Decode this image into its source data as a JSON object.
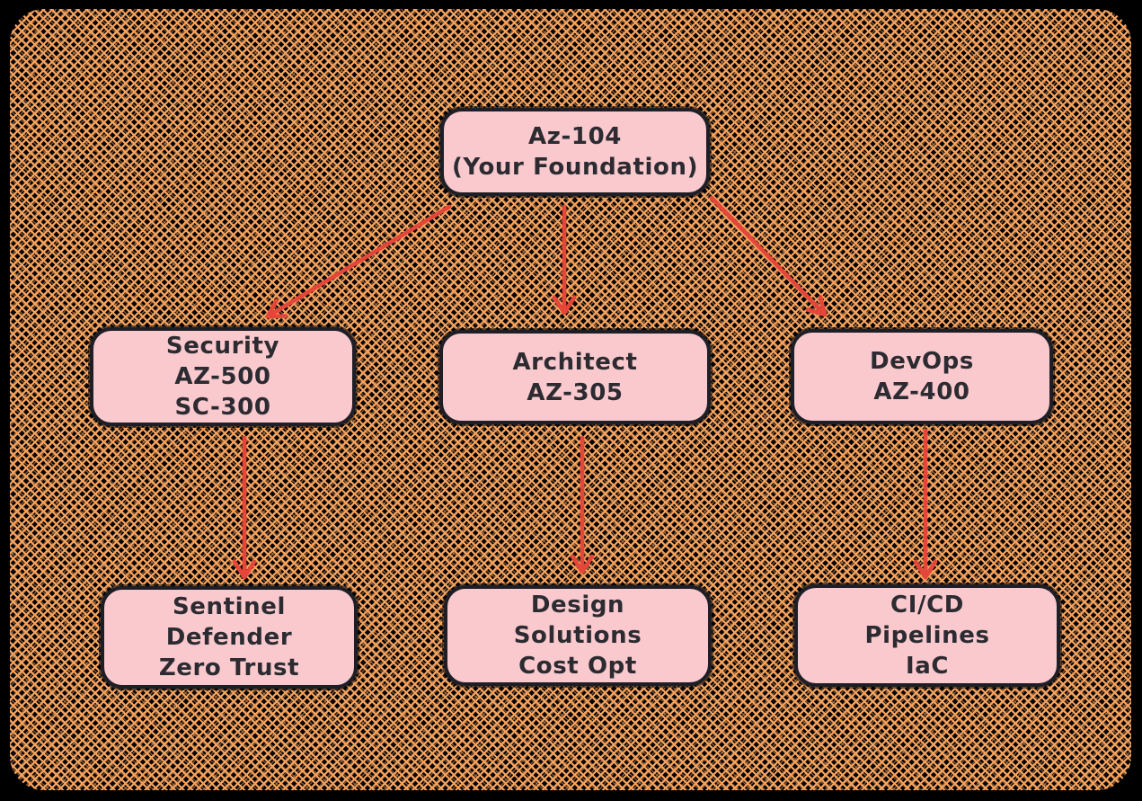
{
  "diagram": {
    "type": "flowchart",
    "description": "Azure certification roadmap starting from AZ-104 foundation branching into Security, Architect and DevOps tracks",
    "colors": {
      "background": "#000000",
      "pattern_orange": "#f6a35e",
      "node_fill": "#f9c9cd",
      "node_border": "#1e1e26",
      "text": "#2b2b31",
      "arrow": "#e5463a"
    },
    "nodes": [
      {
        "id": "foundation",
        "lines": [
          "Az-104",
          "(Your Foundation)"
        ]
      },
      {
        "id": "security",
        "lines": [
          "Security",
          "AZ-500",
          "SC-300"
        ]
      },
      {
        "id": "architect",
        "lines": [
          "Architect",
          "AZ-305"
        ]
      },
      {
        "id": "devops",
        "lines": [
          "DevOps",
          "AZ-400"
        ]
      },
      {
        "id": "sentinel",
        "lines": [
          "Sentinel",
          "Defender",
          "Zero Trust"
        ]
      },
      {
        "id": "design",
        "lines": [
          "Design",
          "Solutions",
          "Cost Opt"
        ]
      },
      {
        "id": "cicd",
        "lines": [
          "CI/CD",
          "Pipelines",
          "IaC"
        ]
      }
    ],
    "edges": [
      {
        "from": "foundation",
        "to": "security"
      },
      {
        "from": "foundation",
        "to": "architect"
      },
      {
        "from": "foundation",
        "to": "devops"
      },
      {
        "from": "security",
        "to": "sentinel"
      },
      {
        "from": "architect",
        "to": "design"
      },
      {
        "from": "devops",
        "to": "cicd"
      }
    ]
  }
}
